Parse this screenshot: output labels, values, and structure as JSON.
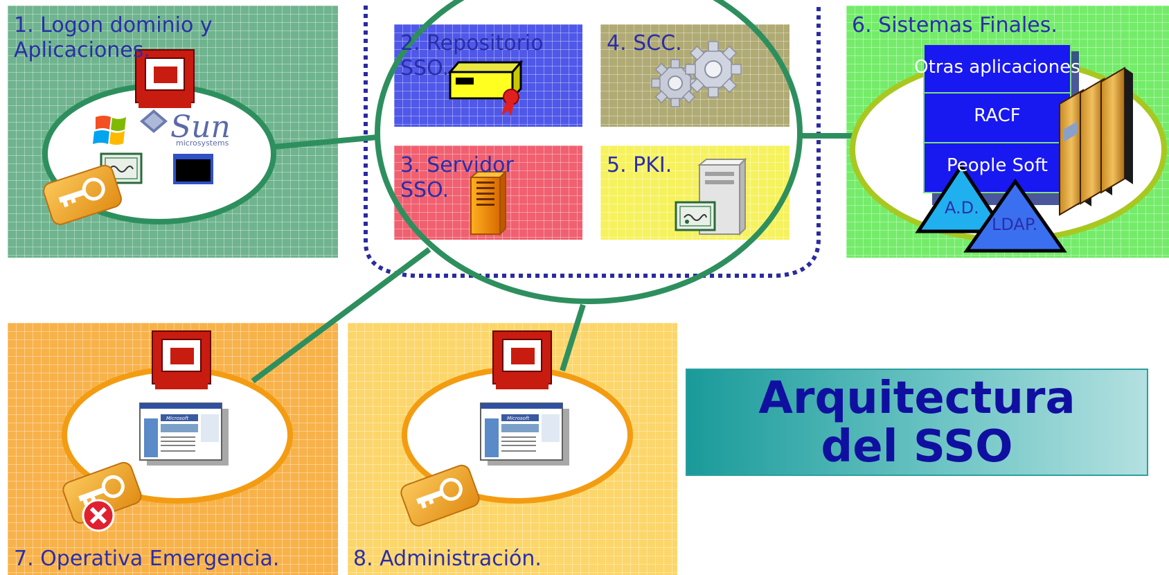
{
  "panels": {
    "logon": {
      "label_line1": "1. Logon dominio y",
      "label_line2": "Aplicaciones."
    },
    "repositorio": {
      "label_line1": "2. Repositorio",
      "label_line2": "SSO."
    },
    "servidor": {
      "label_line1": "3. Servidor",
      "label_line2": "SSO."
    },
    "scc": {
      "label": "4. SCC."
    },
    "pki": {
      "label": "5. PKI."
    },
    "sistemas": {
      "label": "6. Sistemas Finales."
    },
    "emergencia": {
      "label": "7. Operativa Emergencia."
    },
    "administracion": {
      "label": "8. Administración."
    }
  },
  "logos": {
    "sun": "Sun",
    "sun_sub": "microsystems",
    "microsoft": "Microsoft"
  },
  "systems": {
    "items": [
      "Otras aplicaciones",
      "RACF",
      "People Soft"
    ],
    "directories": [
      "A.D.",
      "LDAP."
    ]
  },
  "title": {
    "line1": "Arquitectura",
    "line2": "del SSO"
  },
  "colors": {
    "label_text": "#2b2ea8",
    "connector_green": "#2e8f5e",
    "orange_ring": "#f39c12",
    "dotted_border": "#2a2aa0",
    "title_text": "#1010a0"
  }
}
